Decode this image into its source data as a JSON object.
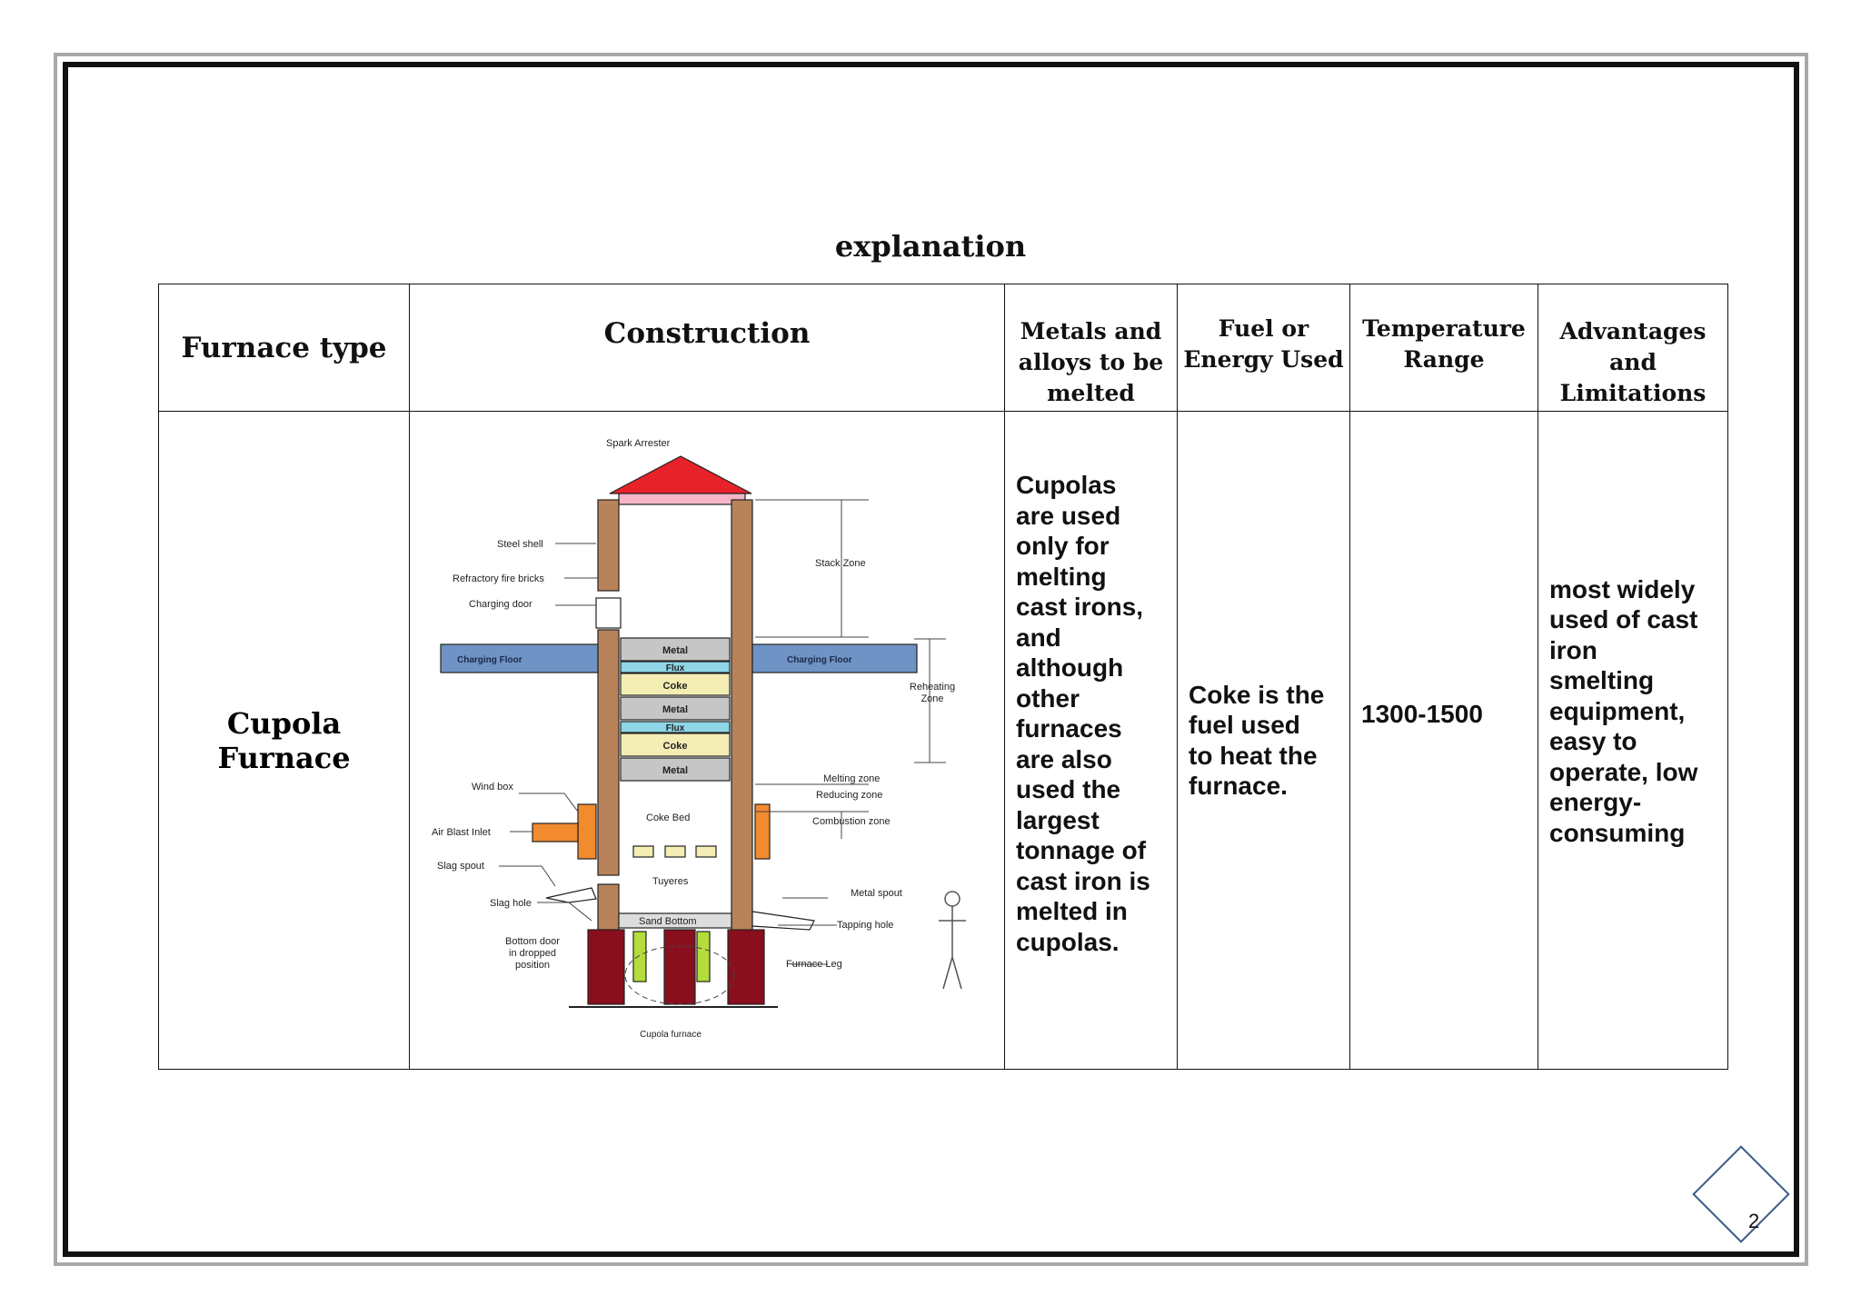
{
  "caption": "explanation",
  "table": {
    "headers": {
      "furnace_type": "Furnace type",
      "construction": "Construction",
      "metals": [
        "Metals and",
        "alloys  to be",
        "melted"
      ],
      "fuel": [
        "Fuel or",
        "Energy Used"
      ],
      "temperature": [
        "Temperature",
        "Range"
      ],
      "advantages": [
        "Advantages",
        "and",
        "Limitations"
      ]
    },
    "row": {
      "furnace_type": "Cupola Furnace",
      "metals_text": [
        "Cupolas",
        "are used",
        "only for",
        "melting",
        "cast irons,",
        "and",
        "although",
        "other",
        "furnaces",
        "are also",
        "used the",
        "largest",
        "tonnage of",
        "cast iron is",
        "melted in",
        "cupolas."
      ],
      "fuel_text": [
        "Coke is the",
        "fuel used",
        "to heat the",
        "furnace."
      ],
      "temperature_text": "1300-1500",
      "advantages_text": [
        "most widely",
        "used of cast",
        "iron",
        "smelting",
        "equipment,",
        "easy to",
        "operate, low",
        "energy-",
        "consuming"
      ]
    }
  },
  "diagram": {
    "spark_arrester": "Spark Arrester",
    "steel_shell": "Steel shell",
    "refractory": "Refractory fire bricks",
    "charging_door": "Charging door",
    "charging_floor": "Charging Floor",
    "stack_zone": "Stack Zone",
    "reheating_zone": [
      "Reheating",
      "Zone"
    ],
    "metal": "Metal",
    "flux": "Flux",
    "coke": "Coke",
    "melting_zone": "Melting zone",
    "reducing_zone": "Reducing zone",
    "combustion_zone": "Combustion zone",
    "wind_box": "Wind box",
    "coke_bed": "Coke Bed",
    "air_blast_inlet": "Air Blast Inlet",
    "slag_spout": "Slag spout",
    "tuyeres": "Tuyeres",
    "metal_spout": "Metal spout",
    "slag_hole": "Slag hole",
    "sand_bottom": "Sand Bottom",
    "tapping_hole": "Tapping hole",
    "bottom_door": [
      "Bottom door",
      "in dropped",
      "position"
    ],
    "furnace_leg": "Furnace Leg",
    "caption": "Cupola furnace"
  },
  "page_number": "2",
  "colors": {
    "roof": "#e8222a",
    "brick": "#b8835a",
    "floor": "#6f93c4",
    "metal_layer": "#c6c6c6",
    "flux_layer": "#8ed6e6",
    "coke_layer": "#f4edb4",
    "wind_box": "#f28a2e",
    "leg": "#8a0f1e",
    "door_prop": "#b4dc3c"
  }
}
